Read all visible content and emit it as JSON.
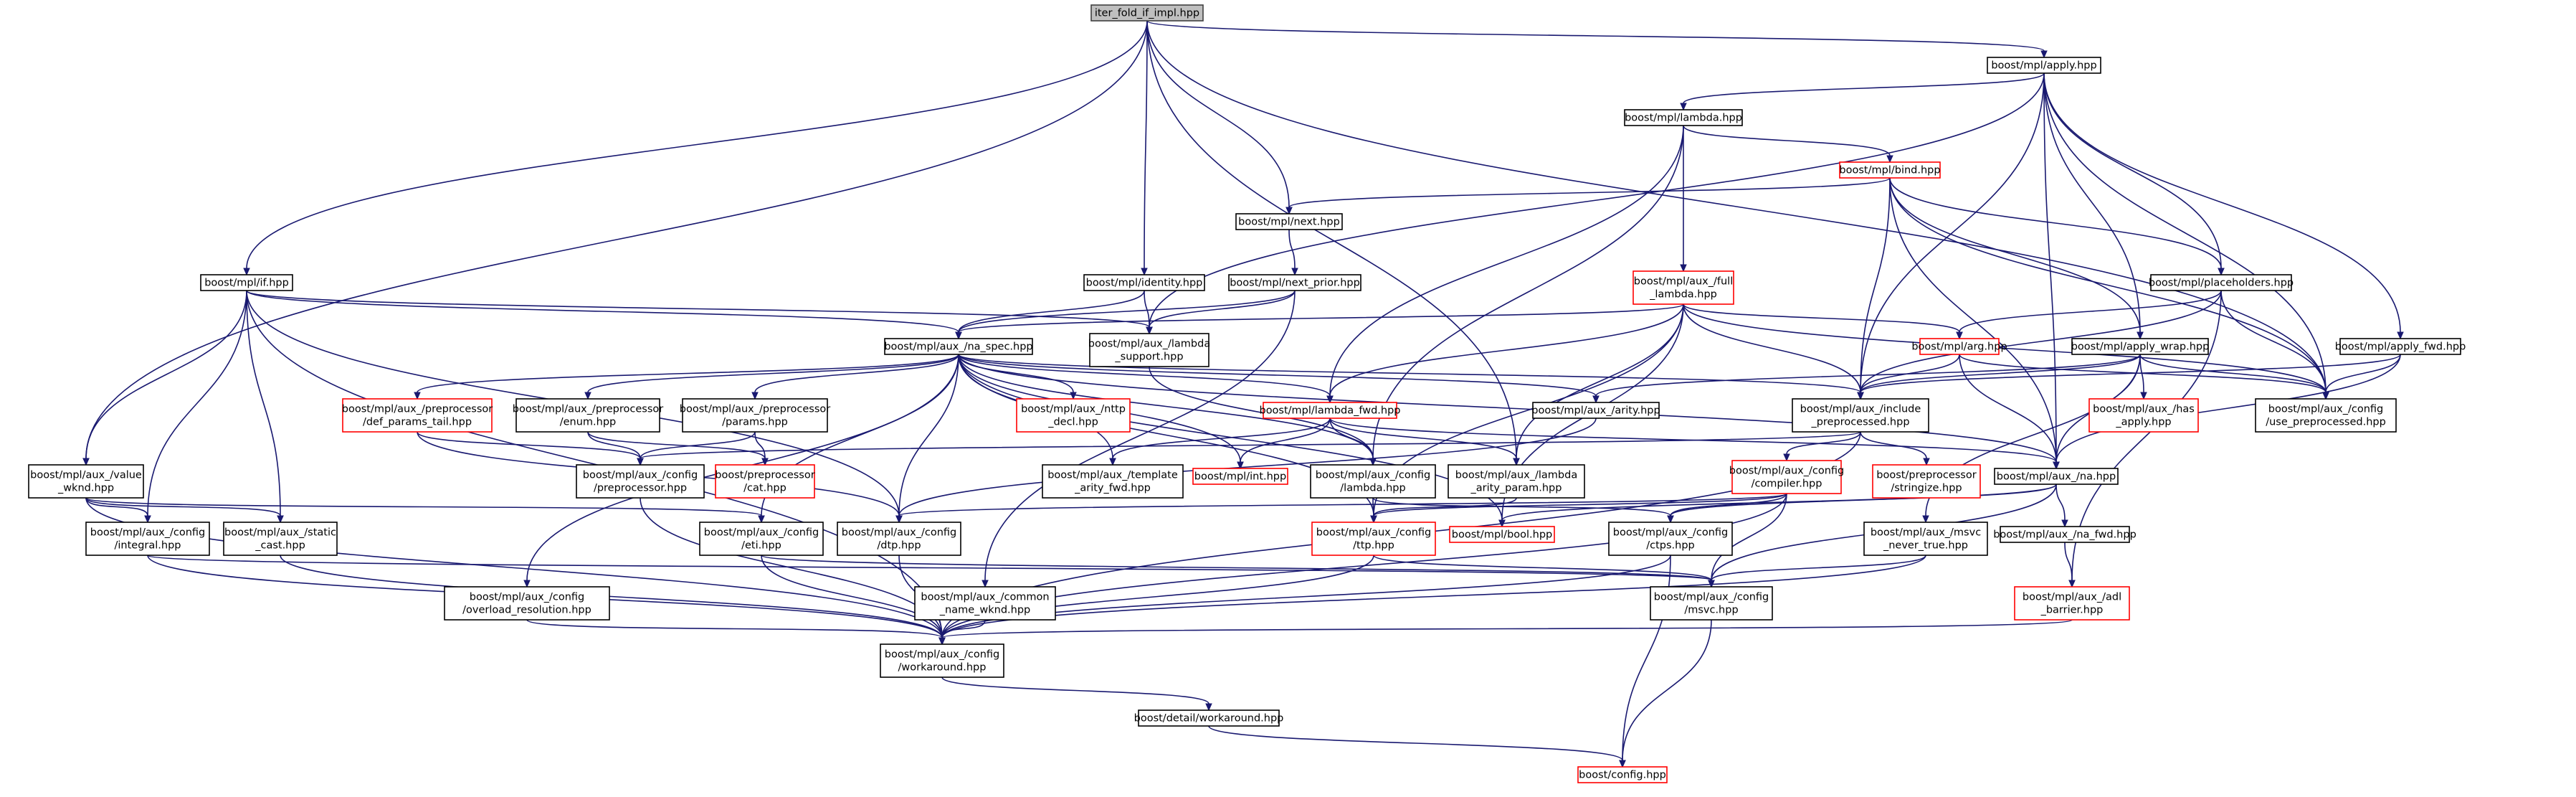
{
  "colors": {
    "edge": "#191970",
    "node_border": "#000000",
    "missing_border": "#ff0000",
    "root_fill": "#bfbfbf"
  },
  "nodes": [
    {
      "id": "root",
      "lines": [
        "iter_fold_if_impl.hpp"
      ],
      "root": true
    },
    {
      "id": "apply",
      "lines": [
        "boost/mpl/apply.hpp"
      ]
    },
    {
      "id": "lambda",
      "lines": [
        "boost/mpl/lambda.hpp"
      ]
    },
    {
      "id": "bind",
      "lines": [
        "boost/mpl/bind.hpp"
      ],
      "missing": true
    },
    {
      "id": "next",
      "lines": [
        "boost/mpl/next.hpp"
      ]
    },
    {
      "id": "identity",
      "lines": [
        "boost/mpl/identity.hpp"
      ]
    },
    {
      "id": "next_prior",
      "lines": [
        "boost/mpl/next_prior.hpp"
      ]
    },
    {
      "id": "full_lambda",
      "lines": [
        "boost/mpl/aux_/full",
        "_lambda.hpp"
      ],
      "missing": true
    },
    {
      "id": "placeholders",
      "lines": [
        "boost/mpl/placeholders.hpp"
      ]
    },
    {
      "id": "if",
      "lines": [
        "boost/mpl/if.hpp"
      ]
    },
    {
      "id": "lambda_support",
      "lines": [
        "boost/mpl/aux_/lambda",
        "_support.hpp"
      ]
    },
    {
      "id": "na_spec",
      "lines": [
        "boost/mpl/aux_/na_spec.hpp"
      ]
    },
    {
      "id": "arg",
      "lines": [
        "boost/mpl/arg.hpp"
      ],
      "missing": true
    },
    {
      "id": "apply_wrap",
      "lines": [
        "boost/mpl/apply_wrap.hpp"
      ]
    },
    {
      "id": "apply_fwd",
      "lines": [
        "boost/mpl/apply_fwd.hpp"
      ]
    },
    {
      "id": "def_params_tail",
      "lines": [
        "boost/mpl/aux_/preprocessor",
        "/def_params_tail.hpp"
      ],
      "missing": true
    },
    {
      "id": "pp_enum",
      "lines": [
        "boost/mpl/aux_/preprocessor",
        "/enum.hpp"
      ]
    },
    {
      "id": "pp_params",
      "lines": [
        "boost/mpl/aux_/preprocessor",
        "/params.hpp"
      ]
    },
    {
      "id": "nttp_decl",
      "lines": [
        "boost/mpl/aux_/nttp",
        "_decl.hpp"
      ],
      "missing": true
    },
    {
      "id": "lambda_fwd",
      "lines": [
        "boost/mpl/lambda_fwd.hpp"
      ],
      "missing": true
    },
    {
      "id": "arity",
      "lines": [
        "boost/mpl/aux_/arity.hpp"
      ]
    },
    {
      "id": "include_pp",
      "lines": [
        "boost/mpl/aux_/include",
        "_preprocessed.hpp"
      ]
    },
    {
      "id": "has_apply",
      "lines": [
        "boost/mpl/aux_/has",
        "_apply.hpp"
      ],
      "missing": true
    },
    {
      "id": "use_pp",
      "lines": [
        "boost/mpl/aux_/config",
        "/use_preprocessed.hpp"
      ]
    },
    {
      "id": "value_wknd",
      "lines": [
        "boost/mpl/aux_/value",
        "_wknd.hpp"
      ]
    },
    {
      "id": "cfg_pp",
      "lines": [
        "boost/mpl/aux_/config",
        "/preprocessor.hpp"
      ]
    },
    {
      "id": "pp_cat",
      "lines": [
        "boost/preprocessor",
        "/cat.hpp"
      ],
      "missing": true
    },
    {
      "id": "template_arity_fwd",
      "lines": [
        "boost/mpl/aux_/template",
        "_arity_fwd.hpp"
      ]
    },
    {
      "id": "int",
      "lines": [
        "boost/mpl/int.hpp"
      ],
      "missing": true
    },
    {
      "id": "cfg_lambda",
      "lines": [
        "boost/mpl/aux_/config",
        "/lambda.hpp"
      ]
    },
    {
      "id": "lambda_arity_param",
      "lines": [
        "boost/mpl/aux_/lambda",
        "_arity_param.hpp"
      ]
    },
    {
      "id": "cfg_compiler",
      "lines": [
        "boost/mpl/aux_/config",
        "/compiler.hpp"
      ],
      "missing": true
    },
    {
      "id": "pp_stringize",
      "lines": [
        "boost/preprocessor",
        "/stringize.hpp"
      ],
      "missing": true
    },
    {
      "id": "na",
      "lines": [
        "boost/mpl/aux_/na.hpp"
      ]
    },
    {
      "id": "cfg_integral",
      "lines": [
        "boost/mpl/aux_/config",
        "/integral.hpp"
      ]
    },
    {
      "id": "static_cast",
      "lines": [
        "boost/mpl/aux_/static",
        "_cast.hpp"
      ]
    },
    {
      "id": "cfg_eti",
      "lines": [
        "boost/mpl/aux_/config",
        "/eti.hpp"
      ]
    },
    {
      "id": "cfg_dtp",
      "lines": [
        "boost/mpl/aux_/config",
        "/dtp.hpp"
      ]
    },
    {
      "id": "cfg_ttp",
      "lines": [
        "boost/mpl/aux_/config",
        "/ttp.hpp"
      ],
      "missing": true
    },
    {
      "id": "bool",
      "lines": [
        "boost/mpl/bool.hpp"
      ],
      "missing": true
    },
    {
      "id": "cfg_ctps",
      "lines": [
        "boost/mpl/aux_/config",
        "/ctps.hpp"
      ]
    },
    {
      "id": "msvc_never_true",
      "lines": [
        "boost/mpl/aux_/msvc",
        "_never_true.hpp"
      ]
    },
    {
      "id": "na_fwd",
      "lines": [
        "boost/mpl/aux_/na_fwd.hpp"
      ]
    },
    {
      "id": "overload_res",
      "lines": [
        "boost/mpl/aux_/config",
        "/overload_resolution.hpp"
      ]
    },
    {
      "id": "common_name_wknd",
      "lines": [
        "boost/mpl/aux_/common",
        "_name_wknd.hpp"
      ]
    },
    {
      "id": "cfg_msvc",
      "lines": [
        "boost/mpl/aux_/config",
        "/msvc.hpp"
      ]
    },
    {
      "id": "adl_barrier",
      "lines": [
        "boost/mpl/aux_/adl",
        "_barrier.hpp"
      ],
      "missing": true
    },
    {
      "id": "workaround",
      "lines": [
        "boost/mpl/aux_/config",
        "/workaround.hpp"
      ]
    },
    {
      "id": "detail_workaround",
      "lines": [
        "boost/detail/workaround.hpp"
      ]
    },
    {
      "id": "config",
      "lines": [
        "boost/config.hpp"
      ],
      "missing": true
    }
  ],
  "edges": [
    [
      "root",
      "apply"
    ],
    [
      "root",
      "next"
    ],
    [
      "root",
      "identity"
    ],
    [
      "root",
      "if"
    ],
    [
      "root",
      "value_wknd"
    ],
    [
      "root",
      "use_pp"
    ],
    [
      "root",
      "lambda_arity_param"
    ],
    [
      "apply",
      "lambda"
    ],
    [
      "apply",
      "placeholders"
    ],
    [
      "apply",
      "apply_wrap"
    ],
    [
      "apply",
      "apply_fwd"
    ],
    [
      "apply",
      "include_pp"
    ],
    [
      "apply",
      "na"
    ],
    [
      "apply",
      "use_pp"
    ],
    [
      "apply",
      "lambda_support"
    ],
    [
      "lambda",
      "bind"
    ],
    [
      "lambda",
      "full_lambda"
    ],
    [
      "lambda",
      "lambda_fwd"
    ],
    [
      "lambda",
      "cfg_lambda"
    ],
    [
      "bind",
      "next"
    ],
    [
      "bind",
      "placeholders"
    ],
    [
      "bind",
      "apply_wrap"
    ],
    [
      "bind",
      "include_pp"
    ],
    [
      "bind",
      "use_pp"
    ],
    [
      "bind",
      "na"
    ],
    [
      "next",
      "next_prior"
    ],
    [
      "identity",
      "na_spec"
    ],
    [
      "identity",
      "lambda_support"
    ],
    [
      "next_prior",
      "na_spec"
    ],
    [
      "next_prior",
      "lambda_support"
    ],
    [
      "next_prior",
      "common_name_wknd"
    ],
    [
      "full_lambda",
      "na_spec"
    ],
    [
      "full_lambda",
      "arg"
    ],
    [
      "full_lambda",
      "lambda_fwd"
    ],
    [
      "full_lambda",
      "include_pp"
    ],
    [
      "full_lambda",
      "use_pp"
    ],
    [
      "full_lambda",
      "lambda_arity_param"
    ],
    [
      "full_lambda",
      "cfg_ttp"
    ],
    [
      "full_lambda",
      "bool"
    ],
    [
      "placeholders",
      "arg"
    ],
    [
      "placeholders",
      "include_pp"
    ],
    [
      "placeholders",
      "use_pp"
    ],
    [
      "placeholders",
      "adl_barrier"
    ],
    [
      "if",
      "na_spec"
    ],
    [
      "if",
      "lambda_support"
    ],
    [
      "if",
      "value_wknd"
    ],
    [
      "if",
      "static_cast"
    ],
    [
      "if",
      "cfg_integral"
    ],
    [
      "if",
      "workaround"
    ],
    [
      "if",
      "cfg_dtp"
    ],
    [
      "lambda_support",
      "cfg_lambda"
    ],
    [
      "na_spec",
      "def_params_tail"
    ],
    [
      "na_spec",
      "pp_enum"
    ],
    [
      "na_spec",
      "pp_params"
    ],
    [
      "na_spec",
      "nttp_decl"
    ],
    [
      "na_spec",
      "lambda_fwd"
    ],
    [
      "na_spec",
      "arity"
    ],
    [
      "na_spec",
      "na"
    ],
    [
      "na_spec",
      "template_arity_fwd"
    ],
    [
      "na_spec",
      "int"
    ],
    [
      "na_spec",
      "cfg_lambda"
    ],
    [
      "na_spec",
      "cfg_eti"
    ],
    [
      "na_spec",
      "overload_res"
    ],
    [
      "na_spec",
      "cfg_dtp"
    ],
    [
      "na_spec",
      "bool"
    ],
    [
      "na_spec",
      "cfg_ttp"
    ],
    [
      "na_spec",
      "include_pp"
    ],
    [
      "arg",
      "include_pp"
    ],
    [
      "arg",
      "na"
    ],
    [
      "arg",
      "use_pp"
    ],
    [
      "apply_wrap",
      "include_pp"
    ],
    [
      "apply_wrap",
      "has_apply"
    ],
    [
      "apply_wrap",
      "na"
    ],
    [
      "apply_wrap",
      "arity"
    ],
    [
      "apply_wrap",
      "msvc_never_true"
    ],
    [
      "apply_wrap",
      "use_pp"
    ],
    [
      "apply_fwd",
      "include_pp"
    ],
    [
      "apply_fwd",
      "na"
    ],
    [
      "apply_fwd",
      "use_pp"
    ],
    [
      "def_params_tail",
      "cfg_pp"
    ],
    [
      "def_params_tail",
      "cfg_dtp"
    ],
    [
      "pp_enum",
      "cfg_pp"
    ],
    [
      "pp_enum",
      "pp_cat"
    ],
    [
      "pp_params",
      "cfg_pp"
    ],
    [
      "pp_params",
      "pp_cat"
    ],
    [
      "lambda_fwd",
      "template_arity_fwd"
    ],
    [
      "lambda_fwd",
      "int"
    ],
    [
      "lambda_fwd",
      "cfg_lambda"
    ],
    [
      "lambda_fwd",
      "lambda_arity_param"
    ],
    [
      "lambda_fwd",
      "na"
    ],
    [
      "arity",
      "cfg_dtp"
    ],
    [
      "include_pp",
      "cfg_compiler"
    ],
    [
      "include_pp",
      "cfg_pp"
    ],
    [
      "include_pp",
      "pp_stringize"
    ],
    [
      "include_pp",
      "workaround"
    ],
    [
      "value_wknd",
      "static_cast"
    ],
    [
      "value_wknd",
      "cfg_integral"
    ],
    [
      "value_wknd",
      "cfg_eti"
    ],
    [
      "value_wknd",
      "workaround"
    ],
    [
      "cfg_pp",
      "workaround"
    ],
    [
      "cfg_lambda",
      "cfg_ttp"
    ],
    [
      "cfg_lambda",
      "cfg_ctps"
    ],
    [
      "lambda_arity_param",
      "cfg_ttp"
    ],
    [
      "cfg_compiler",
      "cfg_ttp"
    ],
    [
      "cfg_compiler",
      "cfg_ctps"
    ],
    [
      "cfg_compiler",
      "cfg_msvc"
    ],
    [
      "cfg_compiler",
      "workaround"
    ],
    [
      "cfg_compiler",
      "cfg_dtp"
    ],
    [
      "na",
      "bool"
    ],
    [
      "na",
      "na_fwd"
    ],
    [
      "na",
      "cfg_ctps"
    ],
    [
      "na",
      "cfg_msvc"
    ],
    [
      "cfg_integral",
      "cfg_msvc"
    ],
    [
      "cfg_integral",
      "workaround"
    ],
    [
      "static_cast",
      "workaround"
    ],
    [
      "cfg_eti",
      "cfg_msvc"
    ],
    [
      "cfg_eti",
      "workaround"
    ],
    [
      "cfg_dtp",
      "workaround"
    ],
    [
      "cfg_ttp",
      "cfg_msvc"
    ],
    [
      "cfg_ttp",
      "workaround"
    ],
    [
      "cfg_ctps",
      "workaround"
    ],
    [
      "cfg_ctps",
      "config"
    ],
    [
      "msvc_never_true",
      "cfg_msvc"
    ],
    [
      "msvc_never_true",
      "workaround"
    ],
    [
      "na_fwd",
      "adl_barrier"
    ],
    [
      "overload_res",
      "workaround"
    ],
    [
      "common_name_wknd",
      "workaround"
    ],
    [
      "cfg_msvc",
      "config"
    ],
    [
      "adl_barrier",
      "workaround"
    ],
    [
      "workaround",
      "detail_workaround"
    ],
    [
      "detail_workaround",
      "config"
    ]
  ]
}
